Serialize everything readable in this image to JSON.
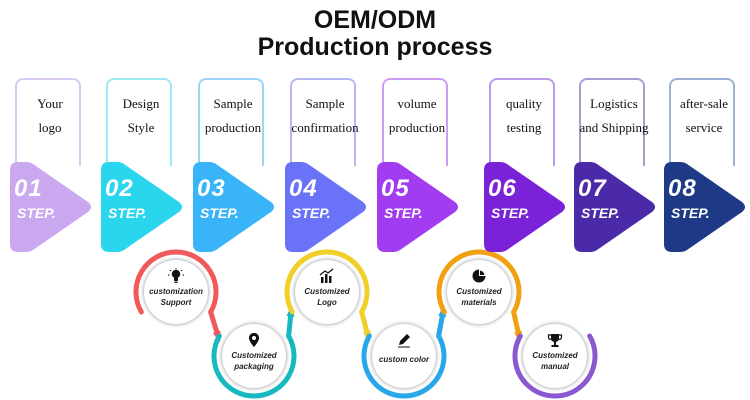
{
  "title": {
    "line1": "OEM/ODM",
    "line2": "Production process"
  },
  "steps": [
    {
      "num": "01",
      "step": "STEP.",
      "label": "Your\nlogo",
      "color": "#c9a8f0",
      "frame": "#d8c8f4"
    },
    {
      "num": "02",
      "step": "STEP.",
      "label": "Design\nStyle",
      "color": "#2ad6ee",
      "frame": "#9ce8f4"
    },
    {
      "num": "03",
      "step": "STEP.",
      "label": "Sample\nproduction",
      "color": "#3ab4f8",
      "frame": "#9ad4f8"
    },
    {
      "num": "04",
      "step": "STEP.",
      "label": "Sample\nconfirmation",
      "color": "#6a72f8",
      "frame": "#b4b8f6"
    },
    {
      "num": "05",
      "step": "STEP.",
      "label": "volume\nproduction",
      "color": "#a23cf0",
      "frame": "#cf9cf4"
    },
    {
      "num": "06",
      "step": "STEP.",
      "label": "quality\ntesting",
      "color": "#7a22d8",
      "frame": "#bd9aea"
    },
    {
      "num": "07",
      "step": "STEP.",
      "label": "Logistics\nand Shipping",
      "color": "#4a2aa8",
      "frame": "#aa9cd6"
    },
    {
      "num": "08",
      "step": "STEP.",
      "label": "after-sale\nservice",
      "color": "#1e3a86",
      "frame": "#9fb0d6"
    }
  ],
  "services": [
    {
      "label": "customization\nSupport",
      "icon": "lightbulb-icon",
      "color": "#f05a5a"
    },
    {
      "label": "Customized\npackaging",
      "icon": "location-pin-icon",
      "color": "#18b8c0"
    },
    {
      "label": "Customized\nLogo",
      "icon": "bar-chart-icon",
      "color": "#f0d028"
    },
    {
      "label": "custom color",
      "icon": "pen-icon",
      "color": "#28a8e8"
    },
    {
      "label": "Customized\nmaterials",
      "icon": "pie-chart-icon",
      "color": "#f0a010"
    },
    {
      "label": "Customized\nmanual",
      "icon": "trophy-icon",
      "color": "#8a58d0"
    }
  ]
}
